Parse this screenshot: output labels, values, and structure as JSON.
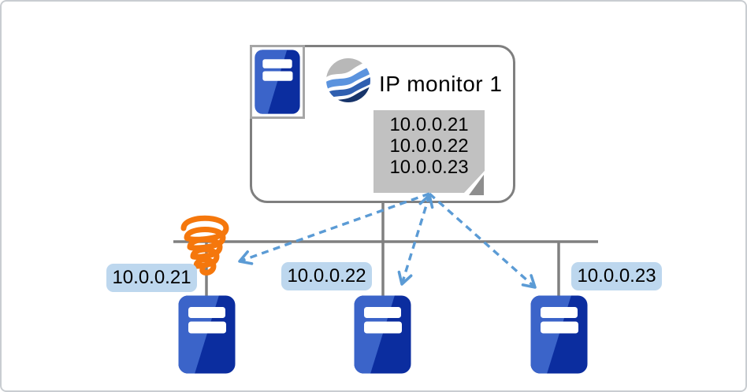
{
  "monitor": {
    "name": "IP monitor 1",
    "note_lines": [
      "10.0.0.21",
      "10.0.0.22",
      "10.0.0.23"
    ]
  },
  "devices": [
    {
      "ip": "10.0.0.21",
      "connection_broken": true
    },
    {
      "ip": "10.0.0.22",
      "connection_broken": false
    },
    {
      "ip": "10.0.0.23",
      "connection_broken": false
    }
  ],
  "icons": {
    "monitor_logo": "waves-globe-icon",
    "device": "server-icon",
    "broken_link": "orange-squiggle-icon",
    "ip_list": "folded-note-icon"
  },
  "colors": {
    "arrow_blue": "#5B9BD5",
    "chip_blue": "#BDD7EE",
    "server_blue_dark": "#0B2D9F",
    "server_blue_light": "#3B64C9",
    "note_gray": "#C1C1C1",
    "note_fold_gray": "#8E8E8E",
    "line_gray": "#808080",
    "broken_orange": "#F5770C"
  }
}
